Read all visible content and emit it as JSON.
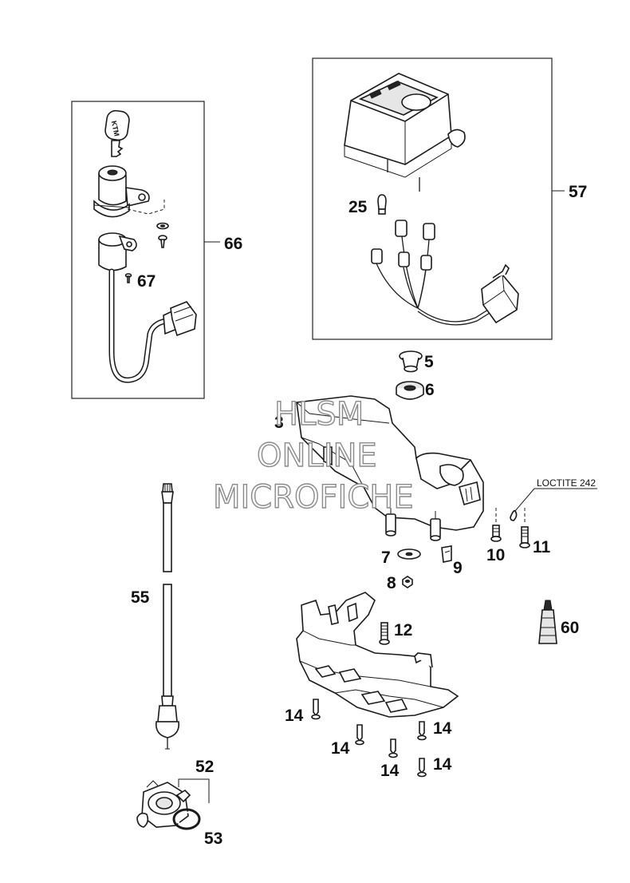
{
  "labels": {
    "p66": "66",
    "p67": "67",
    "p57": "57",
    "p25": "25",
    "p5": "5",
    "p6": "6",
    "p3": "3",
    "p7": "7",
    "p8": "8",
    "p9": "9",
    "p10": "10",
    "p11": "11",
    "p12": "12",
    "p55": "55",
    "p60": "60",
    "p52": "52",
    "p53": "53",
    "p14a": "14",
    "p14b": "14",
    "p14c": "14",
    "p14d": "14",
    "p14e": "14"
  },
  "note_loctite": "LOCTITE 242",
  "watermark": {
    "line1": "HLSM",
    "line2": "ONLINE",
    "line3": "MICROFICHE"
  },
  "key_text": "KTM"
}
